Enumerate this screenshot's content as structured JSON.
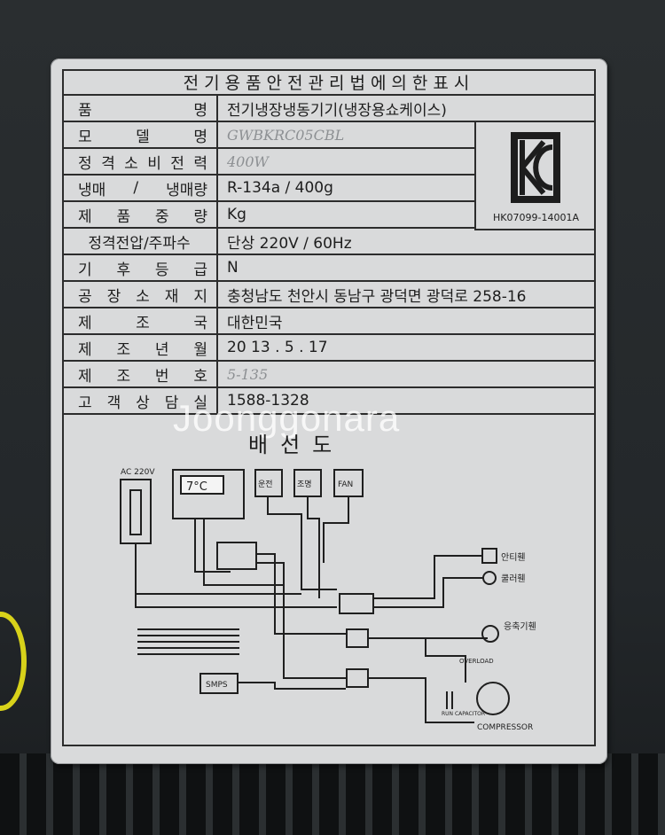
{
  "label_plate": {
    "title": "전기용품안전관리법에의한표시",
    "rows": [
      {
        "label": [
          "품",
          "명"
        ],
        "value": "전기냉장냉동기기(냉장용쇼케이스)"
      },
      {
        "label": [
          "모",
          "델",
          "명"
        ],
        "value": "GWBKRC05CBL"
      },
      {
        "label": [
          "정",
          "격",
          "소",
          "비",
          "전",
          "력"
        ],
        "value": "400W"
      },
      {
        "label": [
          "냉매",
          "/",
          "냉매량"
        ],
        "value": "R-134a / 400g"
      },
      {
        "label": [
          "제",
          "품",
          "중",
          "량"
        ],
        "value": "Kg"
      },
      {
        "label": [
          "정격전압/주파수"
        ],
        "value": "단상 220V / 60Hz"
      },
      {
        "label": [
          "기",
          "후",
          "등",
          "급"
        ],
        "value": "N"
      },
      {
        "label": [
          "공",
          "장",
          "소",
          "재",
          "지"
        ],
        "value": "충청남도 천안시 동남구 광덕면 광덕로 258-16"
      },
      {
        "label": [
          "제",
          "조",
          "국"
        ],
        "value": "대한민국"
      },
      {
        "label": [
          "제",
          "조",
          "년",
          "월"
        ],
        "value": "20  13 .  5 .  17"
      },
      {
        "label": [
          "제",
          "조",
          "번",
          "호"
        ],
        "value": "5-135"
      },
      {
        "label": [
          "고",
          "객",
          "상",
          "담",
          "실"
        ],
        "value": "1588-1328"
      }
    ],
    "kc_mark": "KC",
    "kc_code": "HK07099-14001A"
  },
  "watermark": "Joonggonara",
  "wiring_diagram": {
    "title": "배선도",
    "labels": {
      "ac": "AC 220V",
      "controller": "7°C",
      "switch1": "운전",
      "switch2": "조명",
      "switch3": "FAN",
      "anti_heater": "안티휀",
      "cooler_fan": "쿨러휀",
      "condenser_fan": "응축기휀",
      "overload": "OVERLOAD",
      "capacitor": "RUN CAPACITOR",
      "compressor": "COMPRESSOR",
      "smps": "SMPS"
    }
  }
}
